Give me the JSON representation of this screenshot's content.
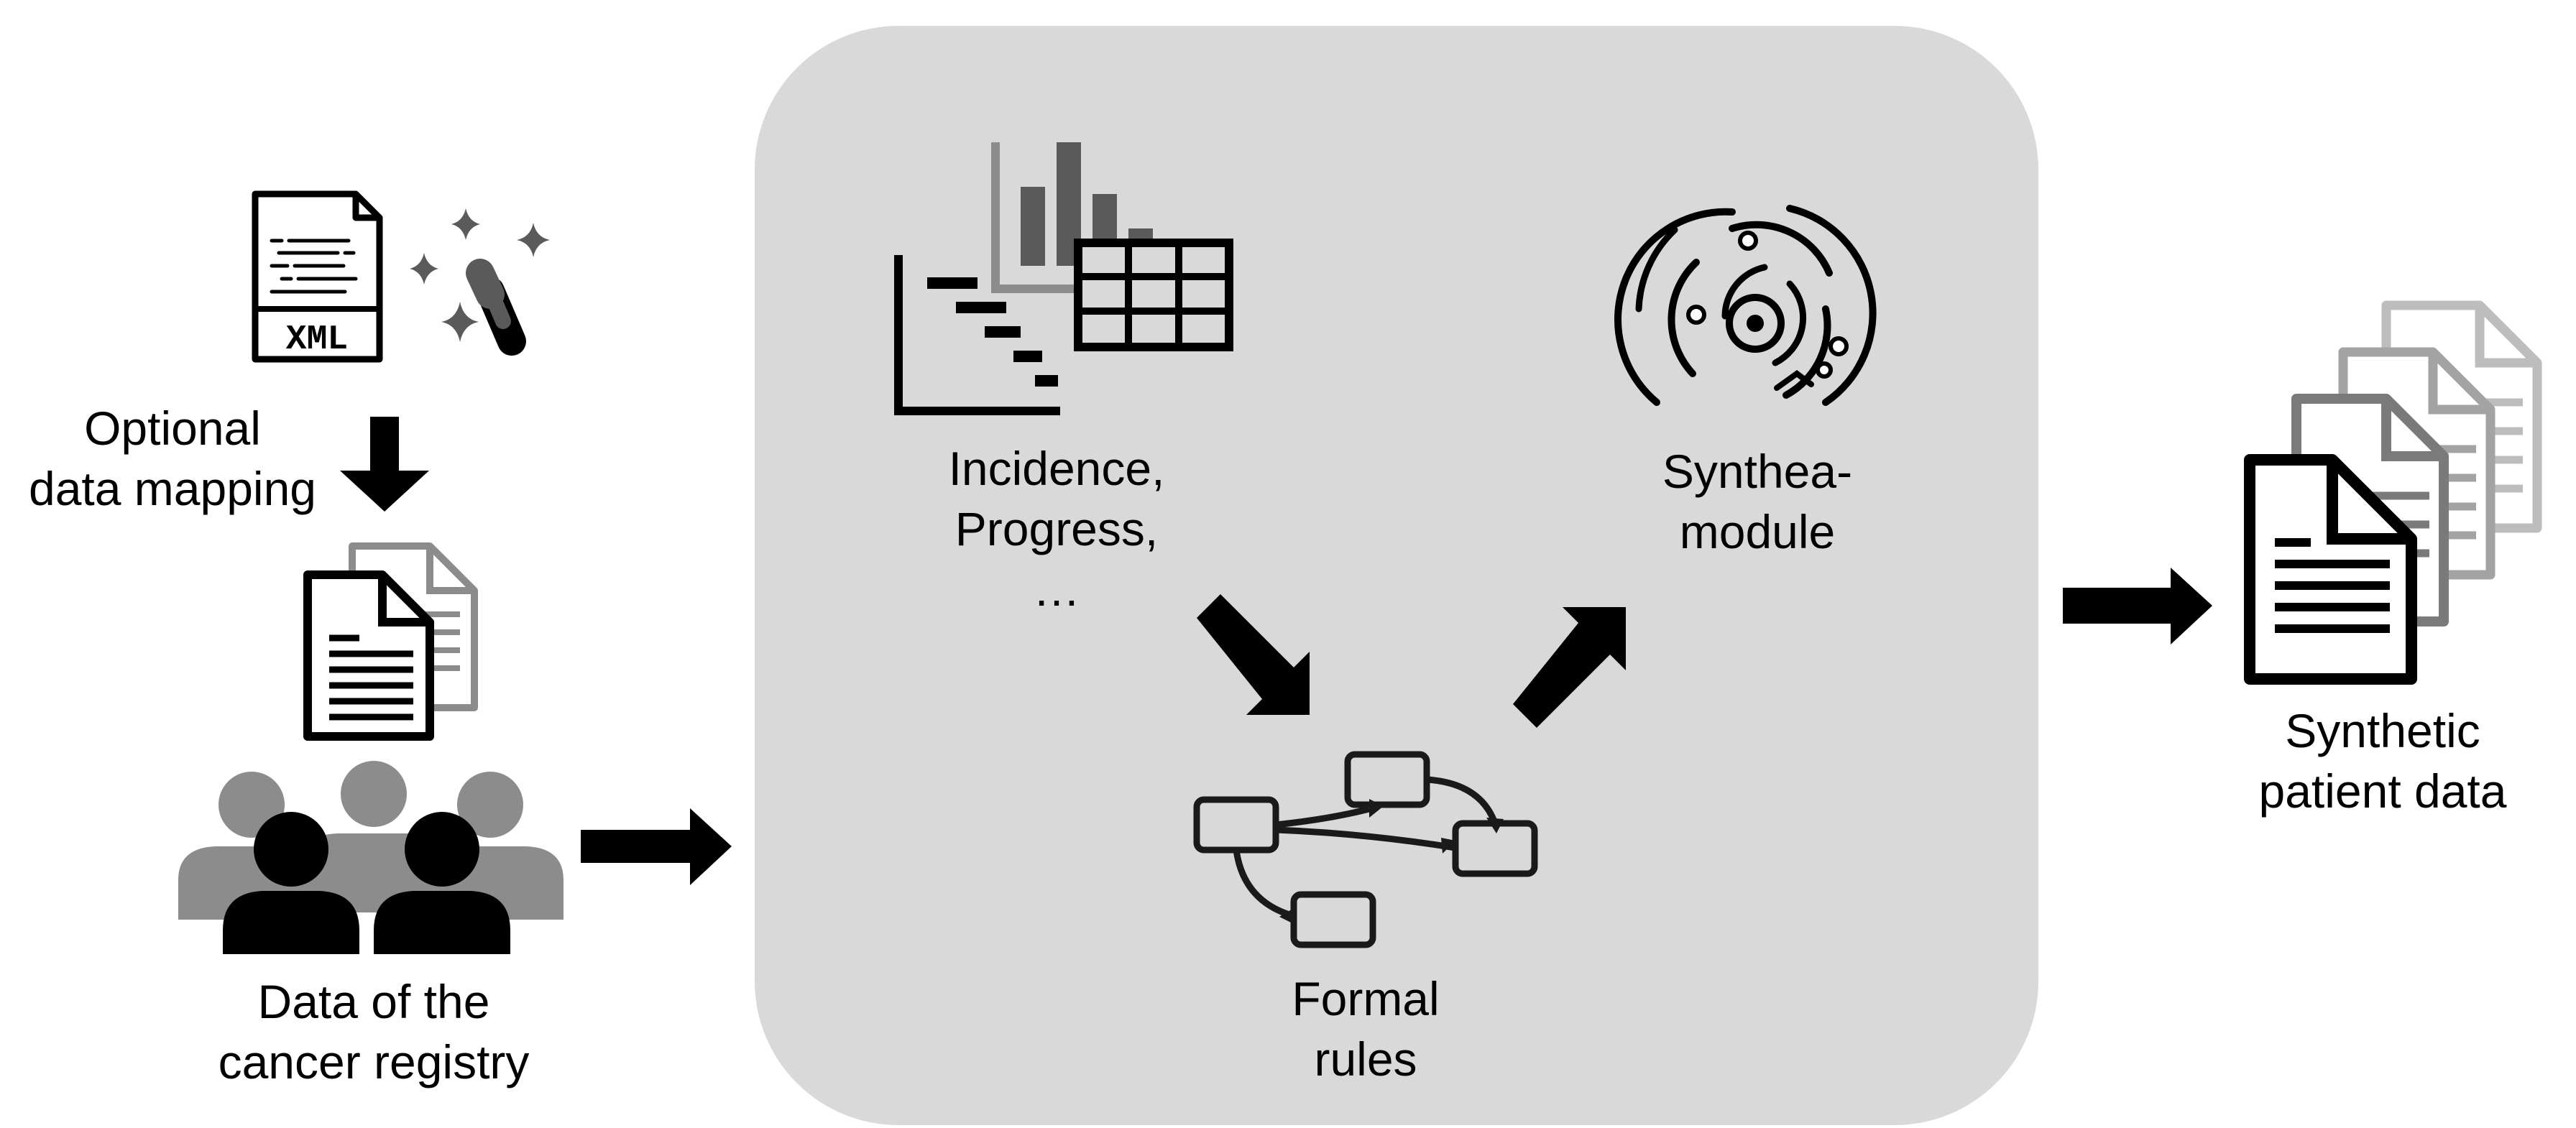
{
  "labels": {
    "optional_mapping": [
      "Optional",
      "data mapping"
    ],
    "registry": [
      "Data of the",
      "cancer registry"
    ],
    "incidence": [
      "Incidence,",
      "Progress,",
      "…"
    ],
    "synthea": [
      "Synthea-",
      "module"
    ],
    "formal_rules": [
      "Formal",
      "rules"
    ],
    "synthetic": [
      "Synthetic",
      "patient data"
    ]
  },
  "icons": {
    "xml_file": "xml-file-icon",
    "xml_badge_text": "XML",
    "magic_wand": "magic-wand-icon",
    "documents": "documents-icon",
    "people": "people-group-icon",
    "charts": "charts-table-icon",
    "synthea": "synthea-module-icon",
    "flowchart": "flowchart-icon",
    "synthetic_docs": "synthetic-documents-icon"
  },
  "colors": {
    "panel": "#d9d9d9",
    "dark": "#000000",
    "mid_gray": "#5a5a5a",
    "light_gray": "#8c8c8c",
    "pale_gray": "#bdbdbd"
  }
}
